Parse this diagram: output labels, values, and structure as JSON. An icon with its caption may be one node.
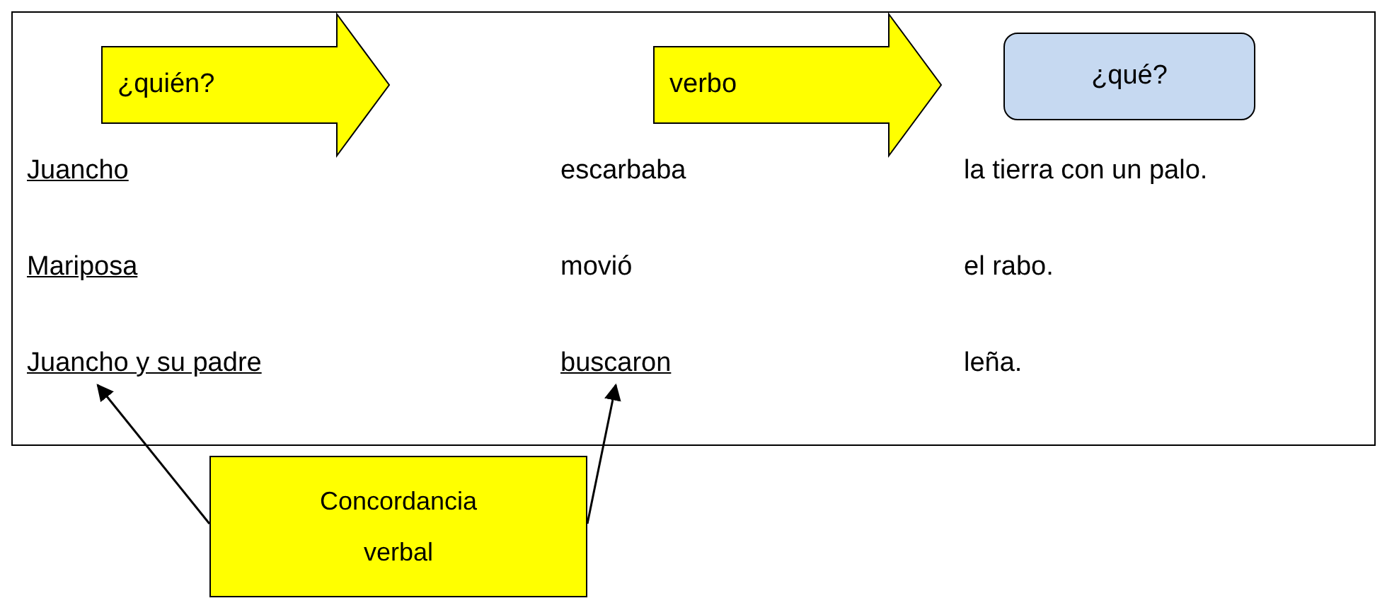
{
  "diagram": {
    "nodes": [
      {
        "text": [],
        "shape": "box"
      },
      {
        "text": [
          "¿quién?"
        ],
        "in": 0
      },
      {
        "text": [
          "verbo"
        ],
        "in": 0
      },
      {
        "text": [
          "¿qué?"
        ],
        "in": 0
      },
      {
        "text": [
          "Juancho y su padre"
        ],
        "in": 0
      },
      {
        "text": [
          "buscaron"
        ],
        "in": 0
      },
      {
        "text": [
          "Concordancia verbal"
        ]
      }
    ],
    "edges": [
      {
        "from": 6,
        "to": 4,
        "arrow": "to"
      },
      {
        "from": 6,
        "to": 5,
        "arrow": "to"
      }
    ],
    "labels": [
      "Juancho",
      "escarbaba",
      "la tierra con un palo.",
      "Mariposa",
      "movió",
      "el rabo.",
      "leña."
    ]
  }
}
